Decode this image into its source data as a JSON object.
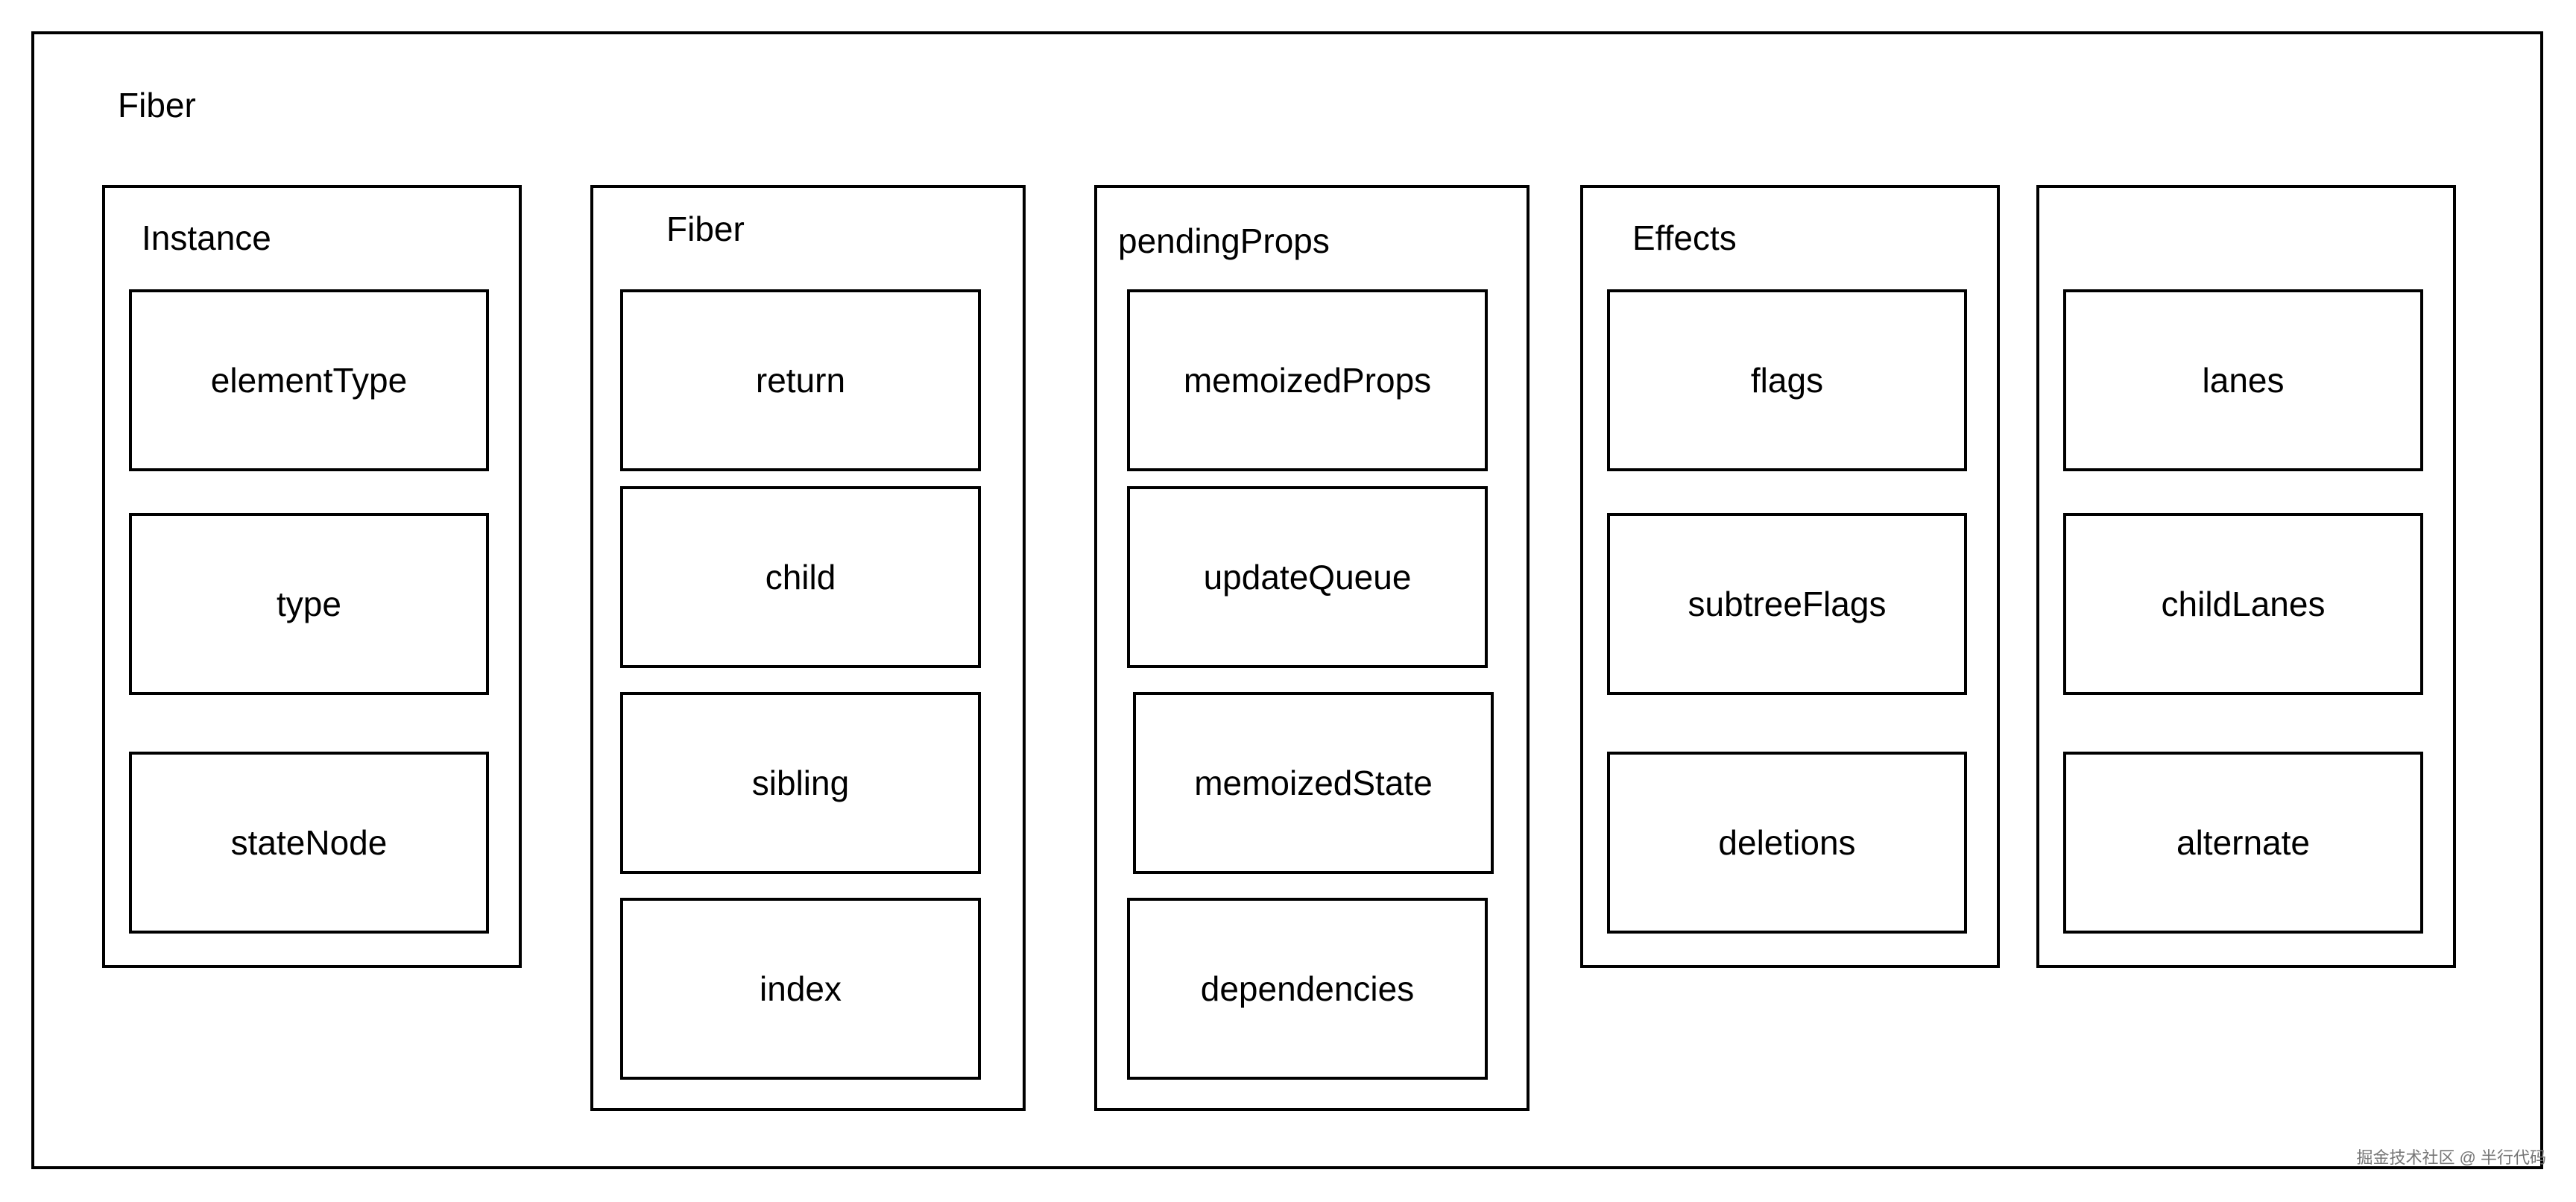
{
  "diagram": {
    "title": "Fiber",
    "groups": [
      {
        "title": "Instance",
        "fields": [
          "elementType",
          "type",
          "stateNode"
        ]
      },
      {
        "title": "Fiber",
        "fields": [
          "return",
          "child",
          "sibling",
          "index"
        ]
      },
      {
        "title": "pendingProps",
        "fields": [
          "memoizedProps",
          "updateQueue",
          "memoizedState",
          "dependencies"
        ]
      },
      {
        "title": "Effects",
        "fields": [
          "flags",
          "subtreeFlags",
          "deletions"
        ]
      },
      {
        "title": "",
        "fields": [
          "lanes",
          "childLanes",
          "alternate"
        ]
      }
    ]
  },
  "watermark": "掘金技术社区 @ 半行代码"
}
